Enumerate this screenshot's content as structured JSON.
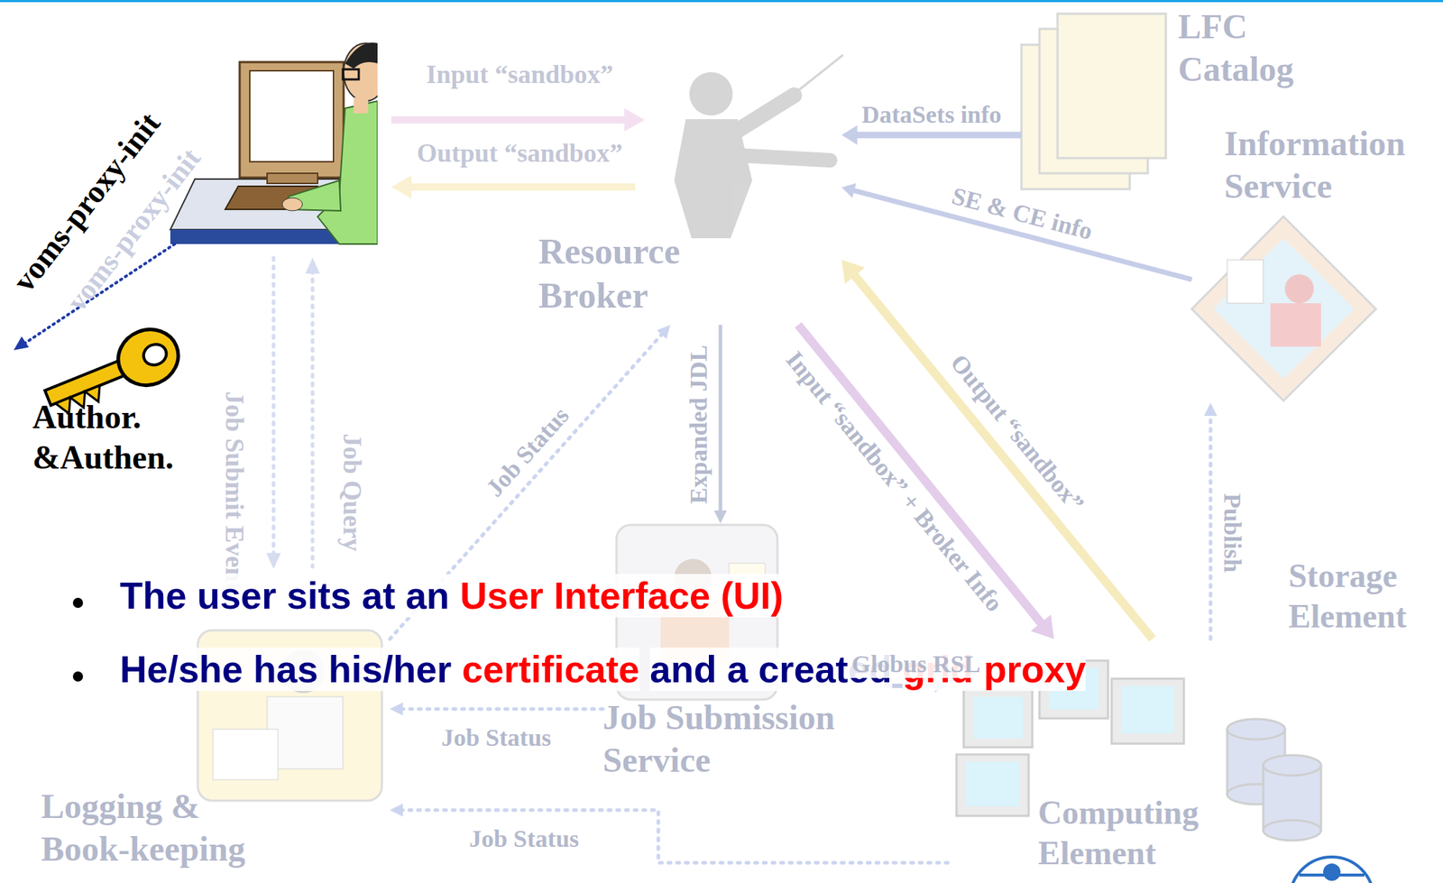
{
  "diagram": {
    "nodes": [
      {
        "text": [
          "LFC Catalog"
        ]
      },
      {
        "text": [
          "Information Service"
        ]
      },
      {
        "text": [
          "Resource Broker"
        ]
      },
      {
        "text": [
          "Author. &Authen."
        ]
      },
      {
        "text": [
          "Job Submission Service"
        ]
      },
      {
        "text": [
          "Storage Element"
        ]
      },
      {
        "text": [
          "Logging & Book-keeping"
        ]
      },
      {
        "text": [
          "Computing Element"
        ]
      }
    ],
    "edges": [
      {
        "from": 0,
        "to": 2,
        "arrow": "to",
        "label": "DataSets info"
      },
      {
        "from": 1,
        "to": 2,
        "arrow": "to",
        "label": "SE & CE info"
      },
      {
        "from": 2,
        "to": 4,
        "arrow": "to",
        "label": "Expanded JDL"
      },
      {
        "from": 2,
        "to": 7,
        "arrow": "to",
        "label": "Input “sandbox” + Broker Info"
      },
      {
        "from": 7,
        "to": 2,
        "arrow": "to",
        "label": "Output “sandbox”"
      },
      {
        "from": 4,
        "to": 7,
        "arrow": "to",
        "label": "Globus RSL"
      },
      {
        "from": 4,
        "to": 6,
        "arrow": "to",
        "label": "Job Status"
      },
      {
        "from": 7,
        "to": 6,
        "arrow": "to",
        "label": "Job Status"
      },
      {
        "from": 7,
        "to": 1,
        "arrow": "to",
        "label": "Publish"
      },
      {
        "from": 6,
        "to": 2,
        "arrow": "to",
        "label": "Job Status"
      }
    ],
    "labels": [
      "voms-proxy-init",
      "voms-proxy-init",
      "Input “sandbox”",
      "Output “sandbox”",
      "Job Submit Event",
      "Job Query",
      "The user sits at an",
      "User Interface (UI)",
      "He/she has his/her",
      "certificate",
      "and a created",
      "grid proxy"
    ]
  }
}
